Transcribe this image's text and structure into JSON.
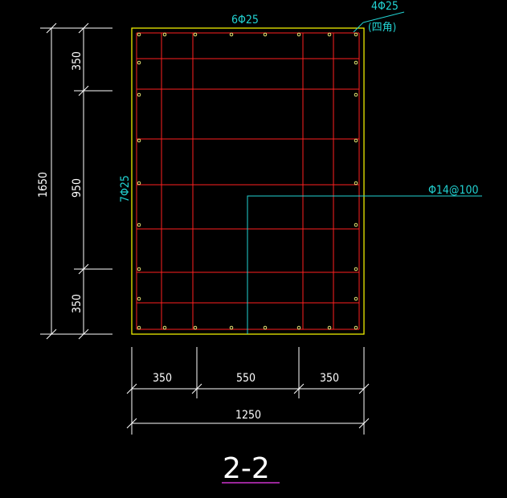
{
  "drawing": {
    "section_title": "2-2",
    "top_rebar_label": "6Φ25",
    "corner_rebar_label": "4Φ25",
    "corner_rebar_note": "(四角)",
    "side_rebar_label": "7Φ25",
    "stirrup_label": "Φ14@100"
  },
  "dimensions": {
    "left_total": "1650",
    "left_segments": [
      "350",
      "950",
      "350"
    ],
    "bottom_segments": [
      "350",
      "550",
      "350"
    ],
    "bottom_total": "1250"
  },
  "colors": {
    "background": "#000000",
    "outline": "#ffff00",
    "rebar_grid": "#ff2020",
    "leader": "#22d3d3",
    "dimension": "#ffffff",
    "title_underline": "#cc33cc"
  }
}
